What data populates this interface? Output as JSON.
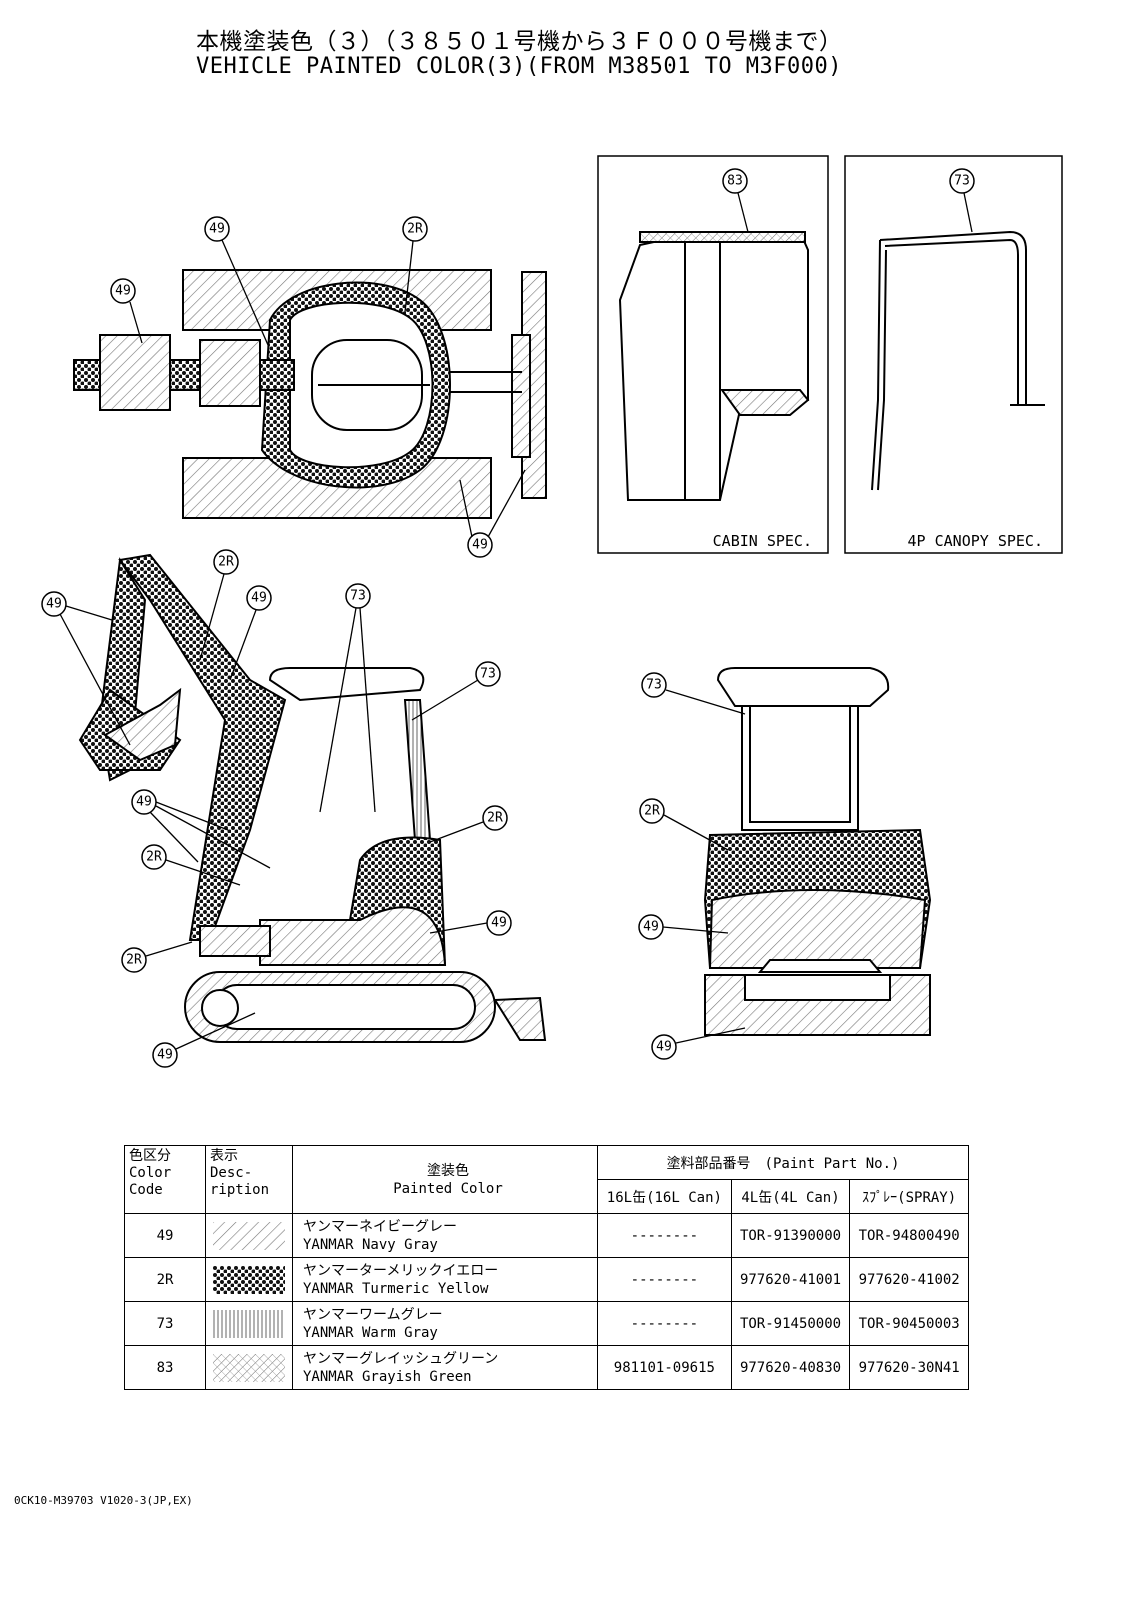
{
  "title_ja": "本機塗装色（３）（３８５０１号機から３Ｆ０００号機まで）",
  "title_en": "VEHICLE PAINTED COLOR(3)(FROM M38501 TO M3F000)",
  "panels": {
    "cabin_label": "CABIN SPEC.",
    "canopy_label": "4P CANOPY SPEC."
  },
  "callouts": {
    "c49": "49",
    "c2r": "2R",
    "c73": "73",
    "c83": "83"
  },
  "table": {
    "headers": {
      "color_code": "色区分\nColor\nCode",
      "description": "表示\nDesc-\nription",
      "painted_color": "塗装色\nPainted Color",
      "paint_part_no": "塗料部品番号　(Paint Part No.)",
      "can16": "16L缶(16L Can)",
      "can4": "4L缶(4L Can)",
      "spray": "ｽﾌﾟﾚｰ(SPRAY)"
    },
    "rows": [
      {
        "code": "49",
        "pattern": "diagonal-hatch",
        "name_ja": "ヤンマーネイビーグレー",
        "name_en": "YANMAR Navy Gray",
        "can16": "--------",
        "can4": "TOR-91390000",
        "spray": "TOR-94800490"
      },
      {
        "code": "2R",
        "pattern": "dense-dots",
        "name_ja": "ヤンマーターメリックイエロー",
        "name_en": "YANMAR Turmeric Yellow",
        "can16": "--------",
        "can4": "977620-41001",
        "spray": "977620-41002"
      },
      {
        "code": "73",
        "pattern": "vertical-lines",
        "name_ja": "ヤンマーワームグレー",
        "name_en": "YANMAR Warm Gray",
        "can16": "--------",
        "can4": "TOR-91450000",
        "spray": "TOR-90450003"
      },
      {
        "code": "83",
        "pattern": "cross-hatch",
        "name_ja": "ヤンマーグレイッシュグリーン",
        "name_en": "YANMAR Grayish Green",
        "can16": "981101-09615",
        "can4": "977620-40830",
        "spray": "977620-30N41"
      }
    ]
  },
  "footer": "0CK10-M39703 V1020-3(JP,EX)"
}
